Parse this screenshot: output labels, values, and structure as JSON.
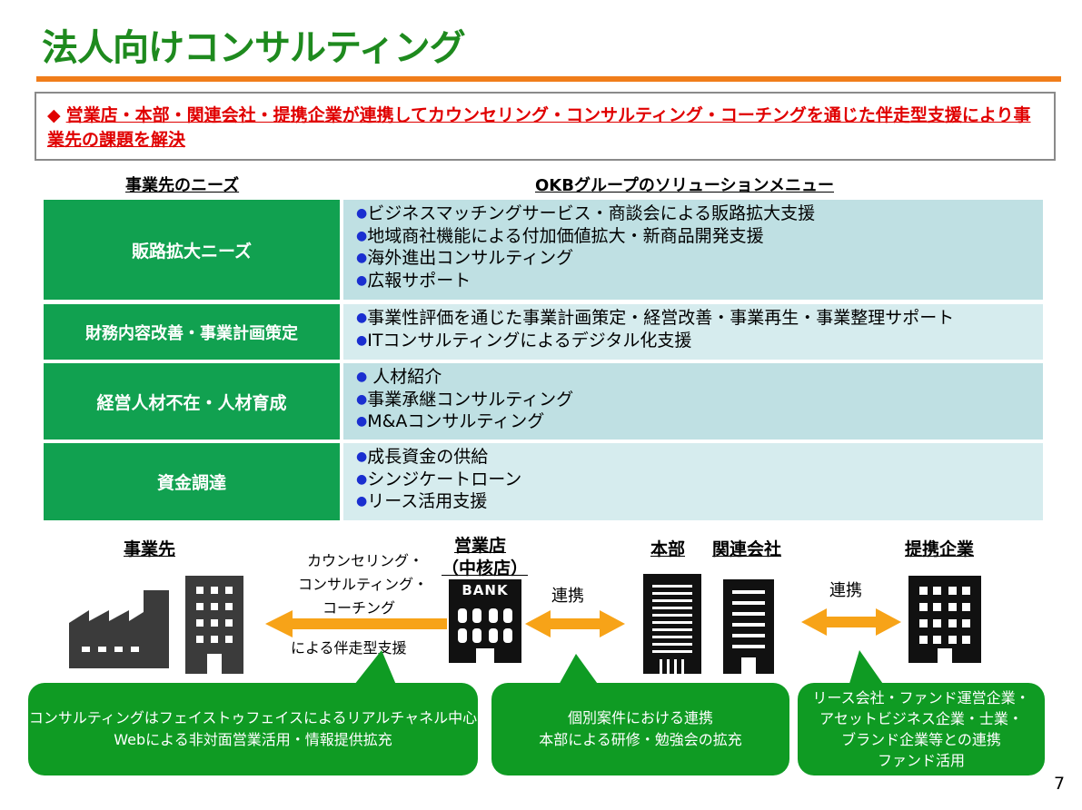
{
  "title": "法人向けコンサルティング",
  "summary": {
    "marker": "◆",
    "text": "営業店・本部・関連会社・提携企業が連携してカウンセリング・コンサルティング・コーチングを通じた伴走型支援により事業先の課題を解決"
  },
  "table": {
    "needs_header": "事業先のニーズ",
    "menu_header": "OKBグループのソリューションメニュー",
    "rows": [
      {
        "need": "販路拡大ニーズ",
        "items": [
          "ビジネスマッチングサービス・商談会による販路拡大支援",
          "地域商社機能による付加価値拡大・新商品開発支援",
          "海外進出コンサルティング",
          "広報サポート"
        ]
      },
      {
        "need": "財務内容改善・事業計画策定",
        "items": [
          "事業性評価を通じた事業計画策定・経営改善・事業再生・事業整理サポート",
          "ITコンサルティングによるデジタル化支援"
        ]
      },
      {
        "need": "経営人材不在・人材育成",
        "items": [
          " 人材紹介",
          "事業承継コンサルティング",
          "M&Aコンサルティング"
        ]
      },
      {
        "need": "資金調達",
        "items": [
          "成長資金の供給",
          "シンジケートローン",
          "リース活用支援"
        ]
      }
    ]
  },
  "diagram": {
    "client_label": "事業先",
    "branch_label_1": "営業店",
    "branch_label_2": "（中核店）",
    "hq_label": "本部",
    "affiliate_label": "関連会社",
    "partner_label": "提携企業",
    "bank_sign": "BANK",
    "support_lines": [
      "カウンセリング・",
      "コンサルティング・",
      "コーチング"
    ],
    "support_tail": "による伴走型支援",
    "link_label_1": "連携",
    "link_label_2": "連携",
    "bubbles": {
      "left": [
        "コンサルティングはフェイストゥフェイスによるリアルチャネル中心",
        "Webによる非対面営業活用・情報提供拡充"
      ],
      "middle": [
        "個別案件における連携",
        "本部による研修・勉強会の拡充"
      ],
      "right": [
        "リース会社・ファンド運営企業・",
        "アセットビジネス企業・士業・",
        "ブランド企業等との連携",
        "ファンド活用"
      ]
    }
  },
  "page_number": "7",
  "colors": {
    "title": "#1e8a1e",
    "accent_rule": "#f07d1a",
    "need_cell": "#11a150",
    "menu_cell": "#bfe0e3",
    "summary_text": "#e00000",
    "arrow": "#f7a318",
    "bubble": "#0f9b23",
    "bullet": "#1a2fd0"
  }
}
